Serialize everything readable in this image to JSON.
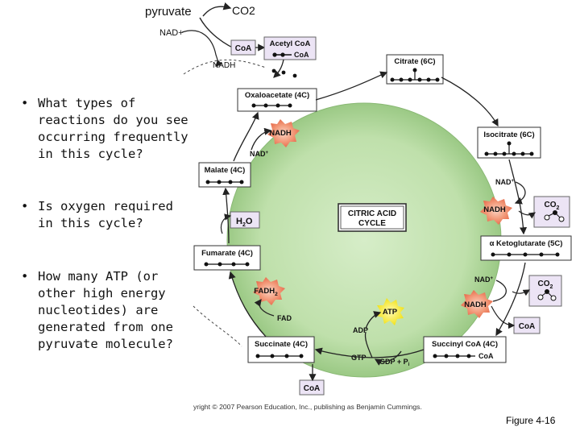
{
  "top": {
    "pyruvate": "pyruvate",
    "co2": "CO2",
    "nad_plus": "NAD+",
    "coa": "CoA",
    "acetyl_coa": "Acetyl CoA",
    "acetyl_coa_group": "CoA",
    "nadh": "NADH"
  },
  "cycle": {
    "title_line1": "CITRIC ACID",
    "title_line2": "CYCLE",
    "citrate": "Citrate (6C)",
    "isocitrate": "Isocitrate (6C)",
    "nad_plus_1": "NAD",
    "nadh_1": "NADH",
    "co2_1": "CO",
    "co2_sub": "2",
    "a_ketoglutarate": "α Ketoglutarate (5C)",
    "nad_plus_2": "NAD",
    "nadh_2": "NADH",
    "co2_2": "CO",
    "coa_side": "CoA",
    "succinyl_coa": "Succinyl CoA (4C)",
    "succinyl_group": "CoA",
    "gdp_pi": "GDP + P",
    "gdp_sub": "i",
    "gtp": "GTP",
    "adp": "ADP",
    "atp": "ATP",
    "coa_bottom": "CoA",
    "succinate": "Succinate (4C)",
    "fad": "FAD",
    "fadh2": "FADH",
    "fadh2_sub": "2",
    "fumarate": "Fumarate (4C)",
    "h2o": "H",
    "h2o_tail": "O",
    "h2o_sub": "2",
    "malate": "Malate (4C)",
    "nad_plus_3": "NAD",
    "nadh_3": "NADH",
    "oxaloacetate": "Oxaloacetate (4C)",
    "plus_sign": "+"
  },
  "questions": [
    "What types of reactions do you see occurring frequently in this cycle?",
    "Is oxygen required in this cycle?",
    "How many ATP (or other high energy nucleotides) are generated from one pyruvate molecule?"
  ],
  "copyright": "yright © 2007 Pearson Education, Inc., publishing as Benjamin Cummings.",
  "caption": "Figure 4-16",
  "colors": {
    "circle_center": "#c8e6b8",
    "circle_edge": "#8fbf7a",
    "star_fill": "#f08a6a",
    "atp_fill": "#f5e830",
    "box_stroke": "#333333"
  }
}
